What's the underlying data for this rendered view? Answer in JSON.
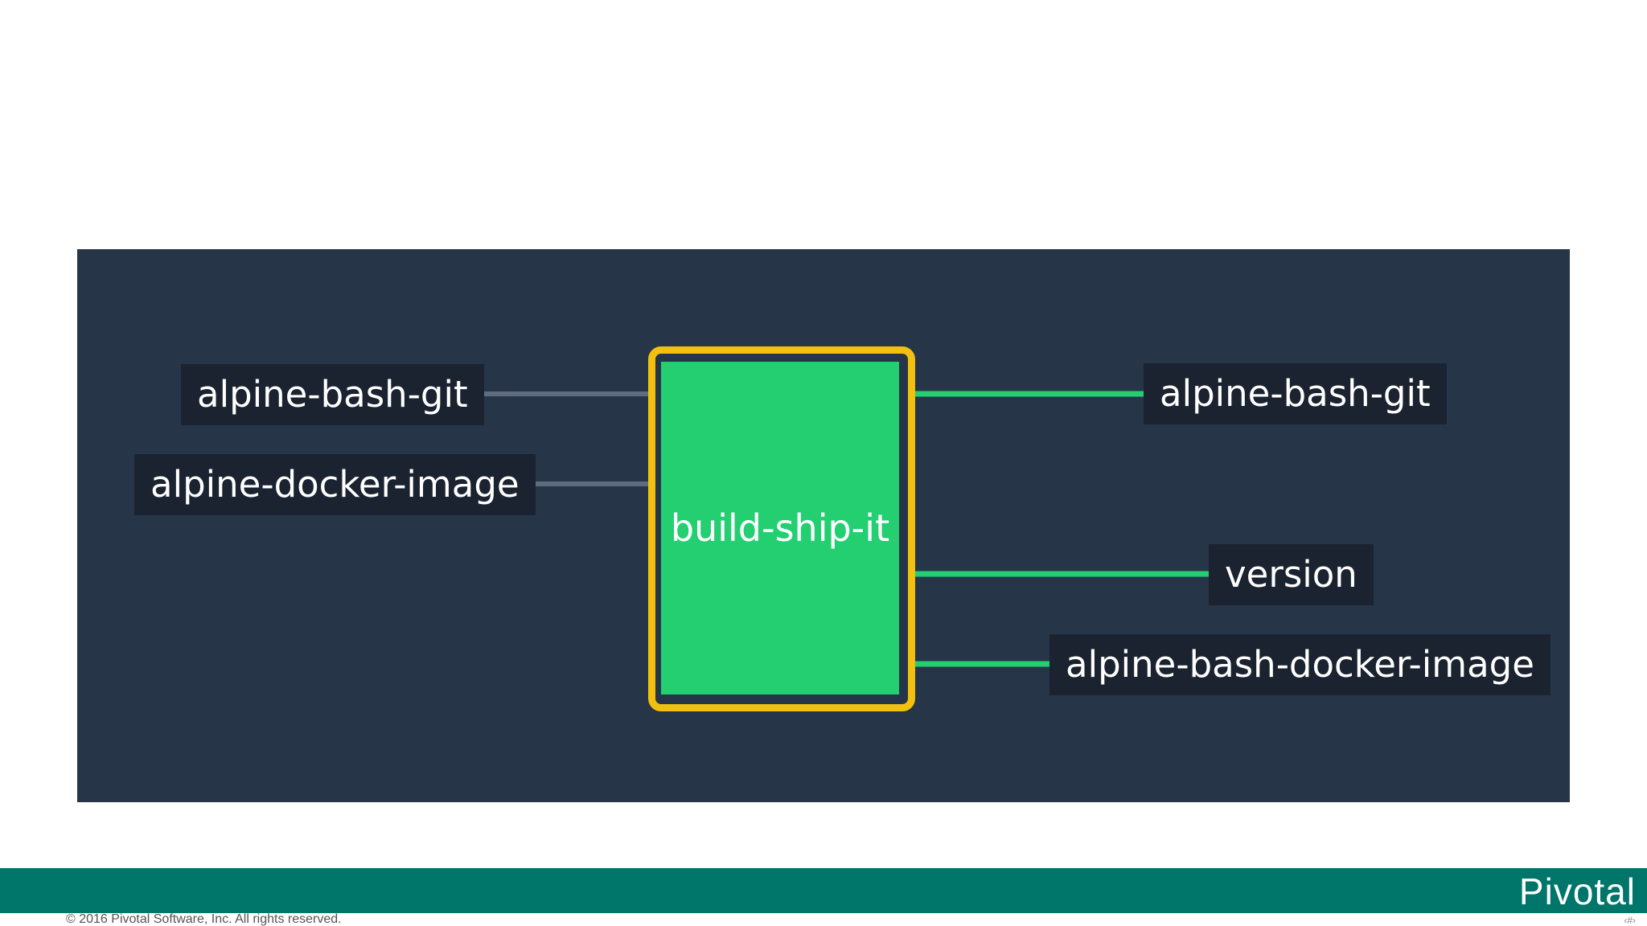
{
  "diagram": {
    "job": {
      "name": "build-ship-it"
    },
    "inputs": [
      {
        "name": "alpine-bash-git"
      },
      {
        "name": "alpine-docker-image"
      }
    ],
    "outputs": [
      {
        "name": "alpine-bash-git"
      },
      {
        "name": "version"
      },
      {
        "name": "alpine-bash-docker-image"
      }
    ],
    "colors": {
      "background": "#273548",
      "label_box": "#1a232f",
      "job_fill": "#23cf70",
      "job_border": "#f2c10f",
      "input_link": "#5f6c80",
      "output_link": "#23cf70"
    }
  },
  "footer": {
    "brand": "Pivotal",
    "copyright": "© 2016 Pivotal Software, Inc.  All rights reserved.",
    "page_marker": "‹#›",
    "bar_color": "#00756a"
  }
}
